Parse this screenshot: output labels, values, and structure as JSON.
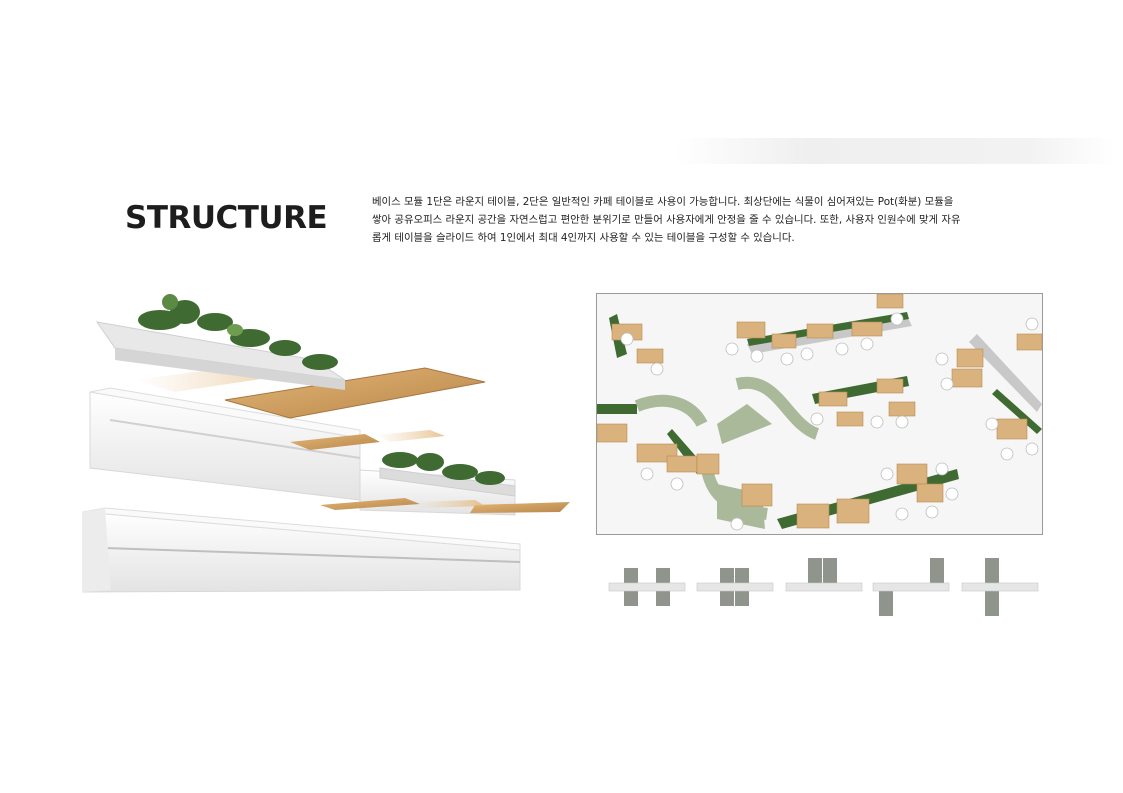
{
  "title": "STRUCTURE",
  "description_lines": [
    "베이스 모듈 1단은 라운지 테이블, 2단은 일반적인 카페 테이블로 사용이 가능합니다. 최상단에는 식물이 심어져있는  Pot(화분) 모듈을",
    "쌓아 공유오피스 라운지 공간을 자연스럽고 편안한 분위기로 만들어 사용자에게 안정을 줄 수 있습니다. 또한, 사용자 인원수에 맞게 자유",
    "롭게 테이블을 슬라이드 하여 1인에서 최대 4인까지 사용할 수 있는 테이블을 구성할 수 있습니다."
  ],
  "colors": {
    "title": "#1d1d1d",
    "module_white": "#f4f4f4",
    "wood": "#c99a5b",
    "plant": "#3f6b33",
    "green_bench": "#a9b99a",
    "config_bar": "#e6e6e6",
    "config_seat": "#8f958c"
  },
  "icons": [
    "exploded-module-render",
    "lounge-floor-plan-render",
    "seating-config-diagram"
  ]
}
